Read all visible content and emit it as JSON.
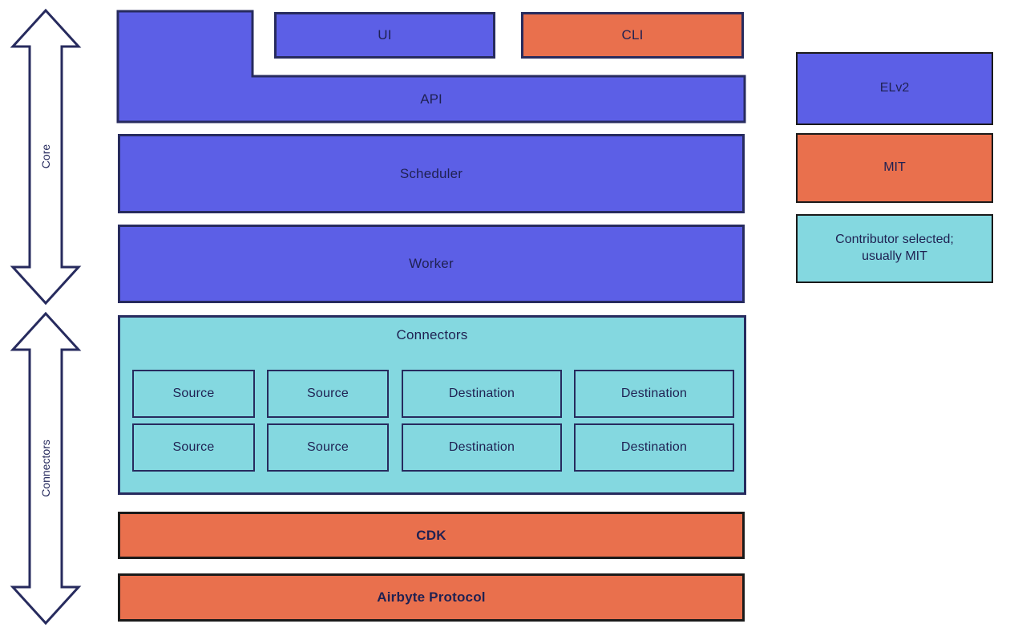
{
  "diagram": {
    "arrows": {
      "core": {
        "label": "Core"
      },
      "connectors": {
        "label": "Connectors"
      }
    },
    "main": {
      "ui": {
        "label": "UI"
      },
      "cli": {
        "label": "CLI"
      },
      "api": {
        "label": "API"
      },
      "scheduler": {
        "label": "Scheduler"
      },
      "worker": {
        "label": "Worker"
      },
      "connectors": {
        "title": "Connectors",
        "rows": [
          [
            "Source",
            "Source",
            "Destination",
            "Destination"
          ],
          [
            "Source",
            "Source",
            "Destination",
            "Destination"
          ]
        ]
      },
      "cdk": {
        "label": "CDK"
      },
      "protocol": {
        "label": "Airbyte Protocol"
      }
    },
    "legend": [
      {
        "label": "ELv2",
        "color": "#5c5fe6"
      },
      {
        "label": "MIT",
        "color": "#e9704d"
      },
      {
        "label": "Contributor selected; usually MIT",
        "color": "#84d8e0"
      }
    ],
    "colors": {
      "blue": "#5c5fe6",
      "orange": "#e9704d",
      "teal": "#84d8e0",
      "border_navy": "#272b5e",
      "border_black": "#1a1a1a",
      "text_navy": "#1f2152"
    }
  }
}
